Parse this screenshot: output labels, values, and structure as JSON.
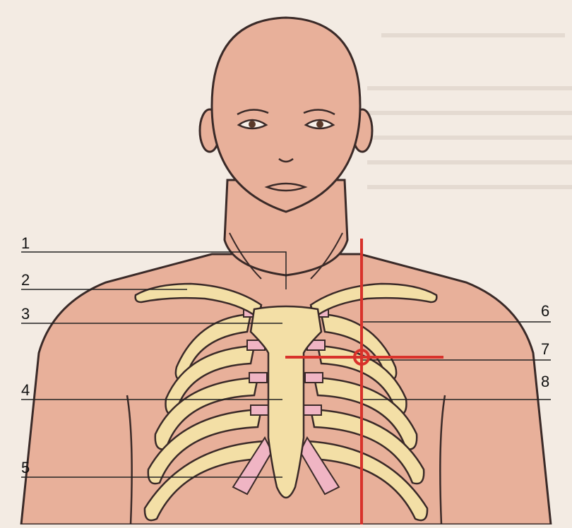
{
  "labels": {
    "l1": "1",
    "l2": "2",
    "l3": "3",
    "l4": "4",
    "l5": "5",
    "l6": "6",
    "l7": "7",
    "l8": "8"
  },
  "colors": {
    "page": "#f3ebe3",
    "skin": "#e8b09a",
    "bone": "#f3dfa6",
    "cartilage": "#f0b5c4",
    "outline": "#3a2a28",
    "marker": "#d8322b"
  }
}
